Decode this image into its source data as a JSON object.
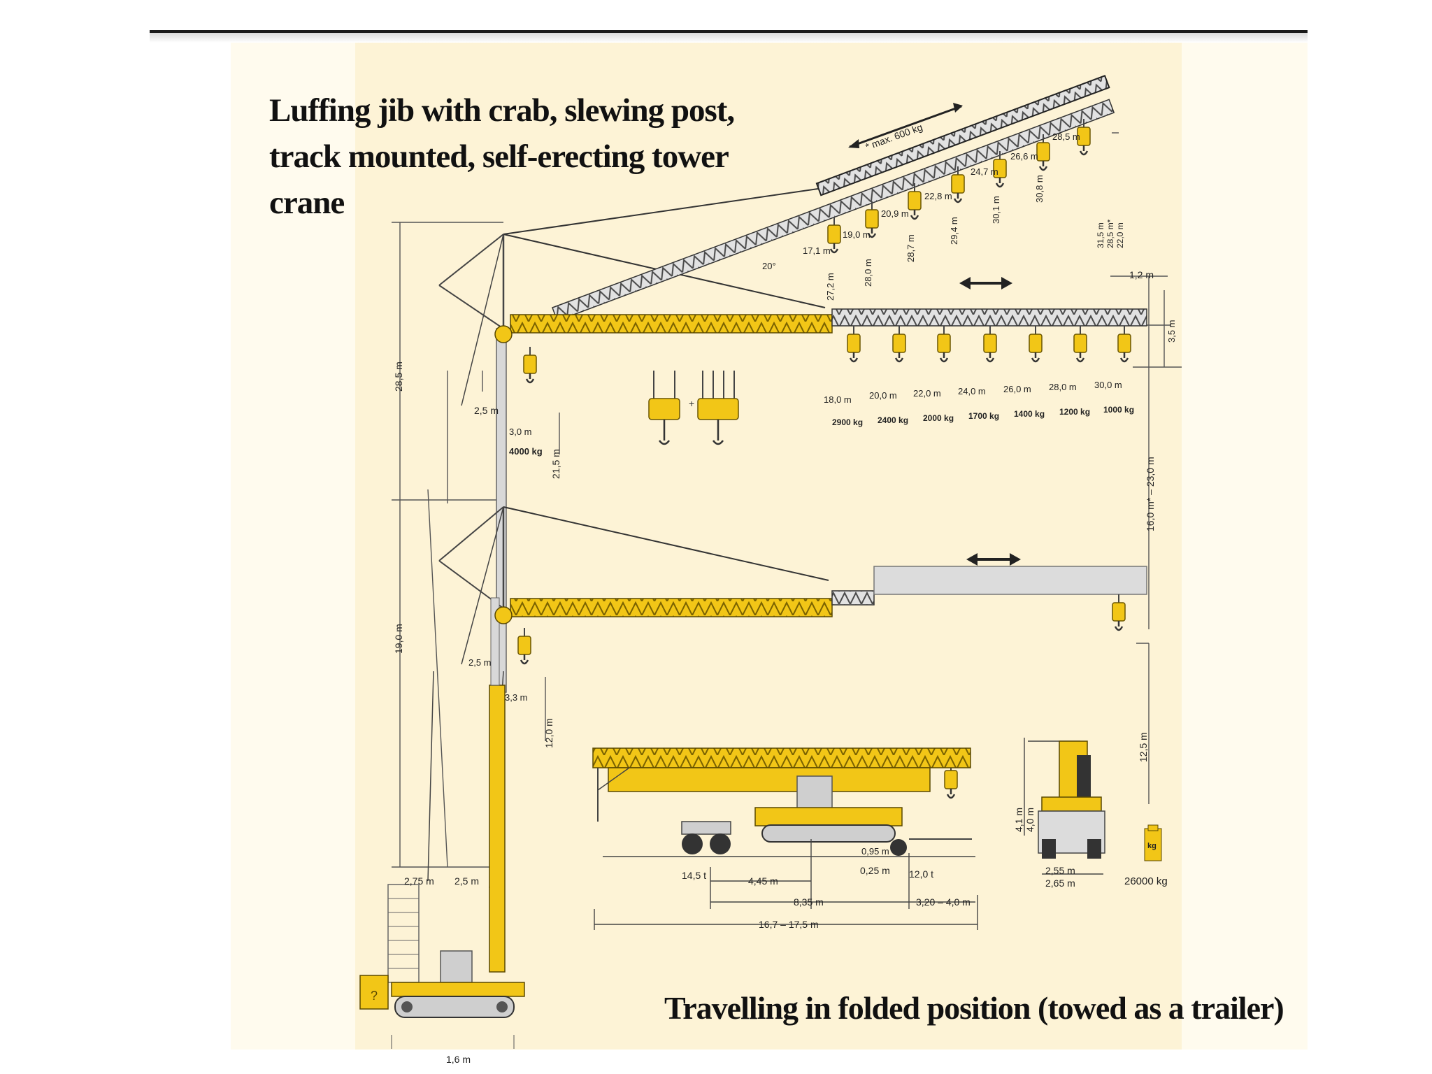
{
  "title": "Luffing jib with crab, slewing post, track mounted, self-erecting tower crane",
  "caption": "Travelling in folded position (towed as a trailer)",
  "colors": {
    "crane_yellow": "#f2c617",
    "jib_grey": "#c9c9c9",
    "line": "#3a3a3a",
    "background": "#fdf3d6"
  },
  "luffing": {
    "max_label": "* max. 600 kg",
    "angle": "20°",
    "radii": [
      "17,1 m",
      "19,0 m",
      "20,9 m",
      "22,8 m",
      "24,7 m",
      "26,6 m",
      "28,5 m"
    ],
    "hook_heights": [
      "27,2 m",
      "28,0 m",
      "28,7 m",
      "29,4 m",
      "30,1 m",
      "30,8 m"
    ],
    "top_heights": [
      "31,5 m",
      "28,5 m*",
      "22,0 m"
    ]
  },
  "horizontal": {
    "tip": "1,2 m",
    "side": "3,5 m",
    "radii": [
      "18,0 m",
      "20,0 m",
      "22,0 m",
      "24,0 m",
      "26,0 m",
      "28,0 m",
      "30,0 m"
    ],
    "loads": [
      "2900 kg",
      "2400 kg",
      "2000 kg",
      "1700 kg",
      "1400 kg",
      "1200 kg",
      "1000 kg"
    ],
    "range": "16,0 m* – 23,0 m"
  },
  "tower": {
    "h_upper": "28,5 m",
    "offset_upper": "2,5 m",
    "min_radius": "3,0 m",
    "min_load": "4000 kg",
    "hook_upper": "21,5 m",
    "h_lower": "19,0 m",
    "offset_lower": "2,5 m",
    "min_lower": "3,3 m",
    "hook_lower": "12,0 m",
    "right_lower": "12,5 m",
    "width_a": "2,75 m",
    "width_b": "2,5 m",
    "base_label": "1,6 m"
  },
  "trailer": {
    "axle_load": "14,5 t",
    "wheelbase": "4,45 m",
    "length_mid": "8,35 m",
    "overhang": "3,20 – 4,0 m",
    "total": "16,7 – 17,5 m",
    "clearance": "0,95 m",
    "rear_load": "0,25 m",
    "rear_axle": "12,0 t",
    "height_a": "4,1 m",
    "height_b": "4,0 m",
    "width_a": "2,55 m",
    "width_b": "2,65 m",
    "weight": "26000 kg",
    "kg_badge": "kg"
  }
}
